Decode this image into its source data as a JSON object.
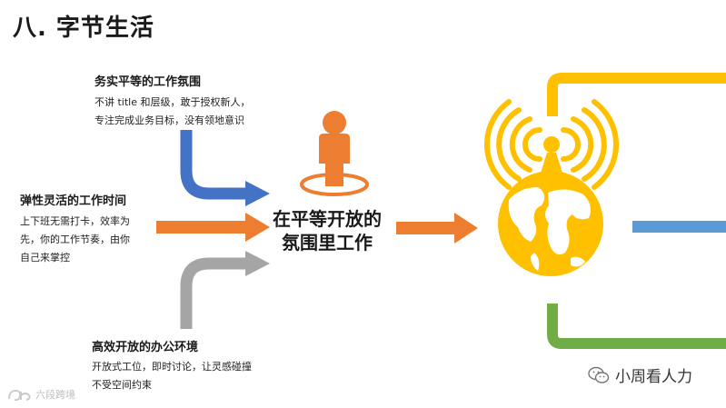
{
  "title": "八. 字节生活",
  "blocks": [
    {
      "heading": "务实平等的工作氛围",
      "lines": [
        "不讲 title 和层级，敢于授权新人，",
        "专注完成业务目标，没有领地意识"
      ]
    },
    {
      "heading": "弹性灵活的工作时间",
      "lines": [
        "上下班无需打卡，效率为",
        "先，你的工作节奏，由你",
        "自己来掌控"
      ]
    },
    {
      "heading": "高效开放的办公环境",
      "lines": [
        "开放式工位，即时讨论，让灵感碰撞",
        "不受空间约束"
      ]
    }
  ],
  "center": {
    "line1": "在平等开放的",
    "line2": "氛围里工作"
  },
  "colors": {
    "blue": "#4472c4",
    "orange": "#ed7d31",
    "gray": "#a5a5a5",
    "yellow": "#ffc000",
    "green": "#70ad47",
    "light_blue": "#5b9bd5"
  },
  "icons": [
    "person-icon",
    "globe-icon",
    "signal-waves-icon",
    "wechat-icon"
  ],
  "footer": {
    "wechat_account": "小周看人力",
    "watermark": "六段跨境"
  }
}
